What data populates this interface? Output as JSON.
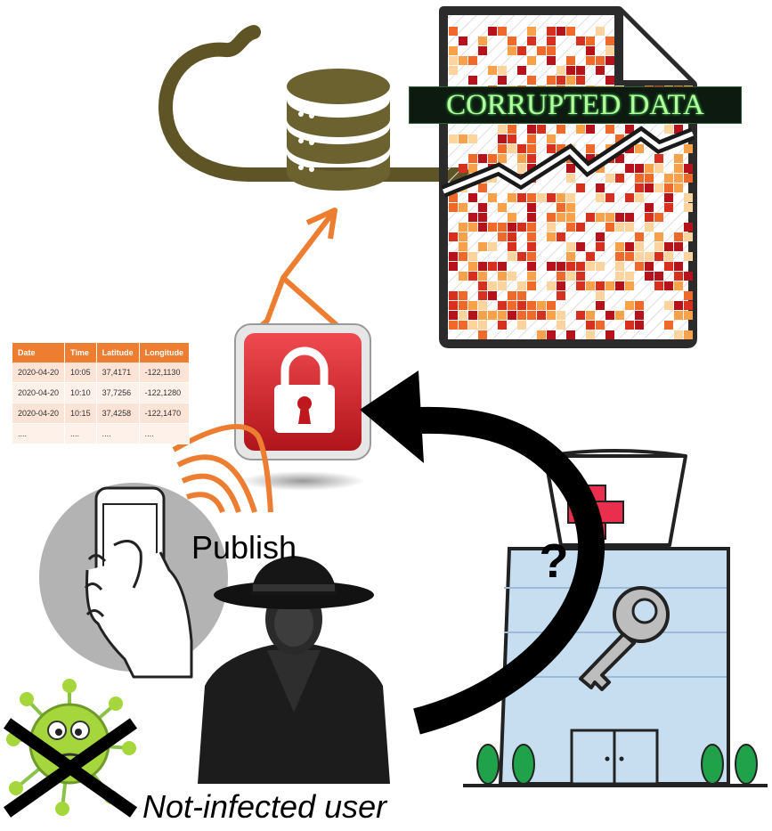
{
  "labels": {
    "publish": "Publish",
    "caption": "Not-infected user",
    "corrupted": "CORRUPTED DATA",
    "question": "?"
  },
  "table": {
    "headers": [
      "Date",
      "Time",
      "Latitude",
      "Longitude"
    ],
    "rows": [
      [
        "2020-04-20",
        "10:05",
        "37,4171",
        "-122,1130"
      ],
      [
        "2020-04-20",
        "10:10",
        "37,7256",
        "-122,1280"
      ],
      [
        "2020-04-20",
        "10:15",
        "37,4258",
        "-122,1470"
      ],
      [
        "....",
        "....",
        "....",
        "...."
      ]
    ]
  },
  "colors": {
    "cloud": "#5e5426",
    "arrow_orange": "#ed7d31",
    "lock_red": "#d81f26",
    "map_dark": "#b5121b",
    "map_light": "#f7a24a",
    "hospital_blue": "#c7def1",
    "cross": "#ea2e4d"
  },
  "icons": [
    "cloud-database-icon",
    "corrupted-map-document-icon",
    "padlock-icon",
    "phone-in-hand-icon",
    "wireless-signal-icon",
    "hacker-icon",
    "virus-icon",
    "hospital-icon",
    "key-icon"
  ]
}
